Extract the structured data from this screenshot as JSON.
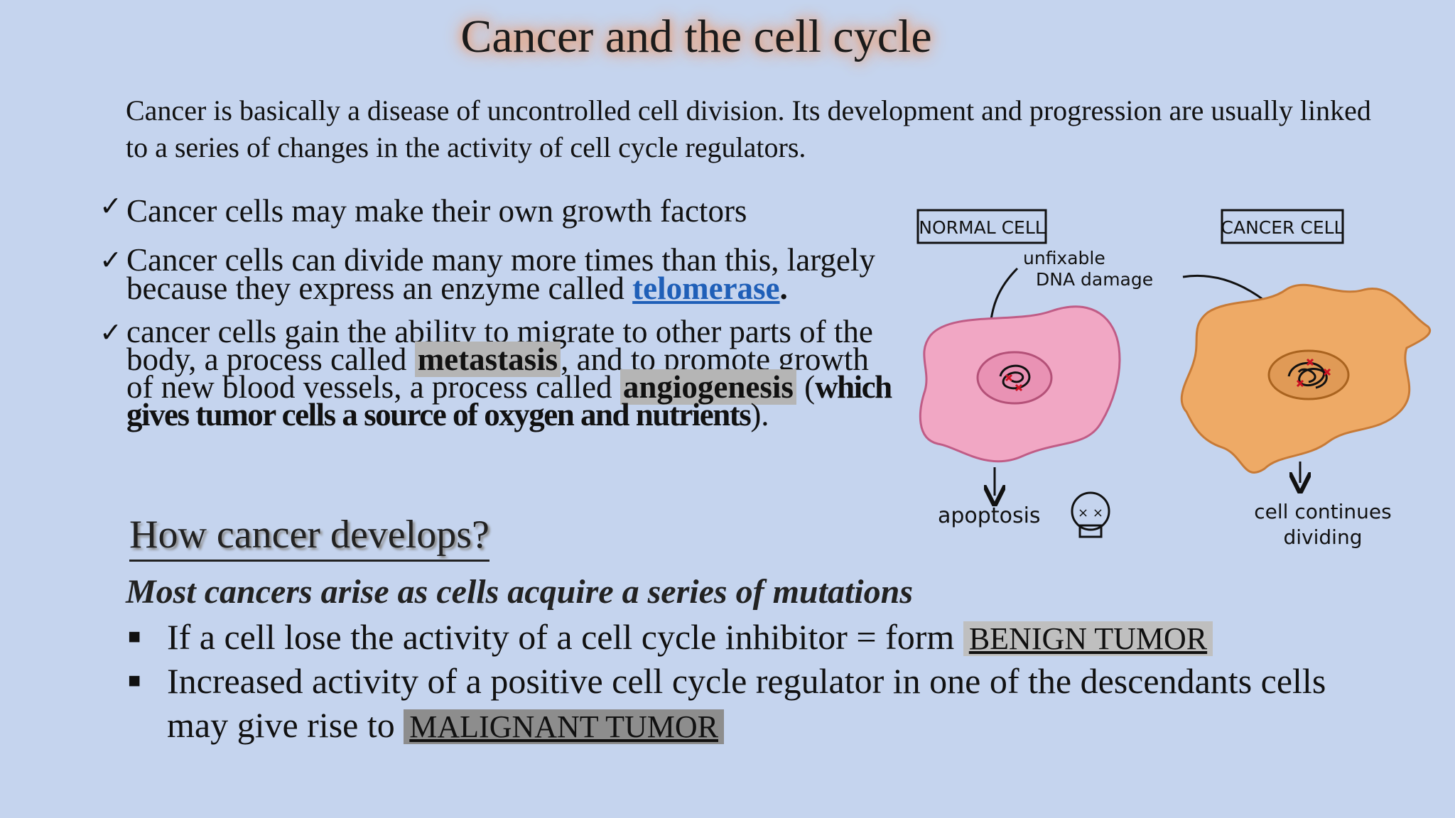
{
  "title": "Cancer and the cell cycle",
  "intro": "Cancer is basically a disease of uncontrolled cell division. Its development and progression are usually linked to a series of changes in the activity of cell cycle regulators.",
  "bullets": {
    "b1": "Cancer cells may make their own growth factors",
    "b2_pre": "Cancer cells can divide many more times than this, largely because they express an enzyme called ",
    "b2_link": "telomerase",
    "b2_post": ".",
    "b3_a": "cancer cells gain the ability to migrate to other parts of the body, a process called ",
    "b3_term1": "metastasis",
    "b3_b": ", and to promote growth of new blood vessels, a process called ",
    "b3_term2": "angiogenesis",
    "b3_c": " (",
    "b3_tail": "which gives tumor cells a source of oxygen and nutrients",
    "b3_end": ")."
  },
  "subhead": "How cancer develops?",
  "lead": "Most cancers arise as cells acquire a series of mutations",
  "points": {
    "p1_text": "If a cell lose the activity of a cell cycle inhibitor = form ",
    "p1_tag": "BENIGN TUMOR",
    "p2_text": "Increased activity of a positive cell cycle regulator in one of the descendants cells may give rise to ",
    "p2_tag": "MALIGNANT TUMOR"
  },
  "figure": {
    "normal_label": "NORMAL CELL",
    "cancer_label": "CANCER CELL",
    "damage_line1": "unfixable",
    "damage_line2": "DNA damage",
    "normal_outcome": "apoptosis",
    "cancer_outcome_line1": "cell continues",
    "cancer_outcome_line2": "dividing"
  },
  "colors": {
    "background": "#c5d4ee",
    "title_glow": "#e8a07a",
    "link": "#1f5fb8",
    "normal_cell": "#f1a7c4",
    "cancer_cell": "#eeaa66"
  }
}
